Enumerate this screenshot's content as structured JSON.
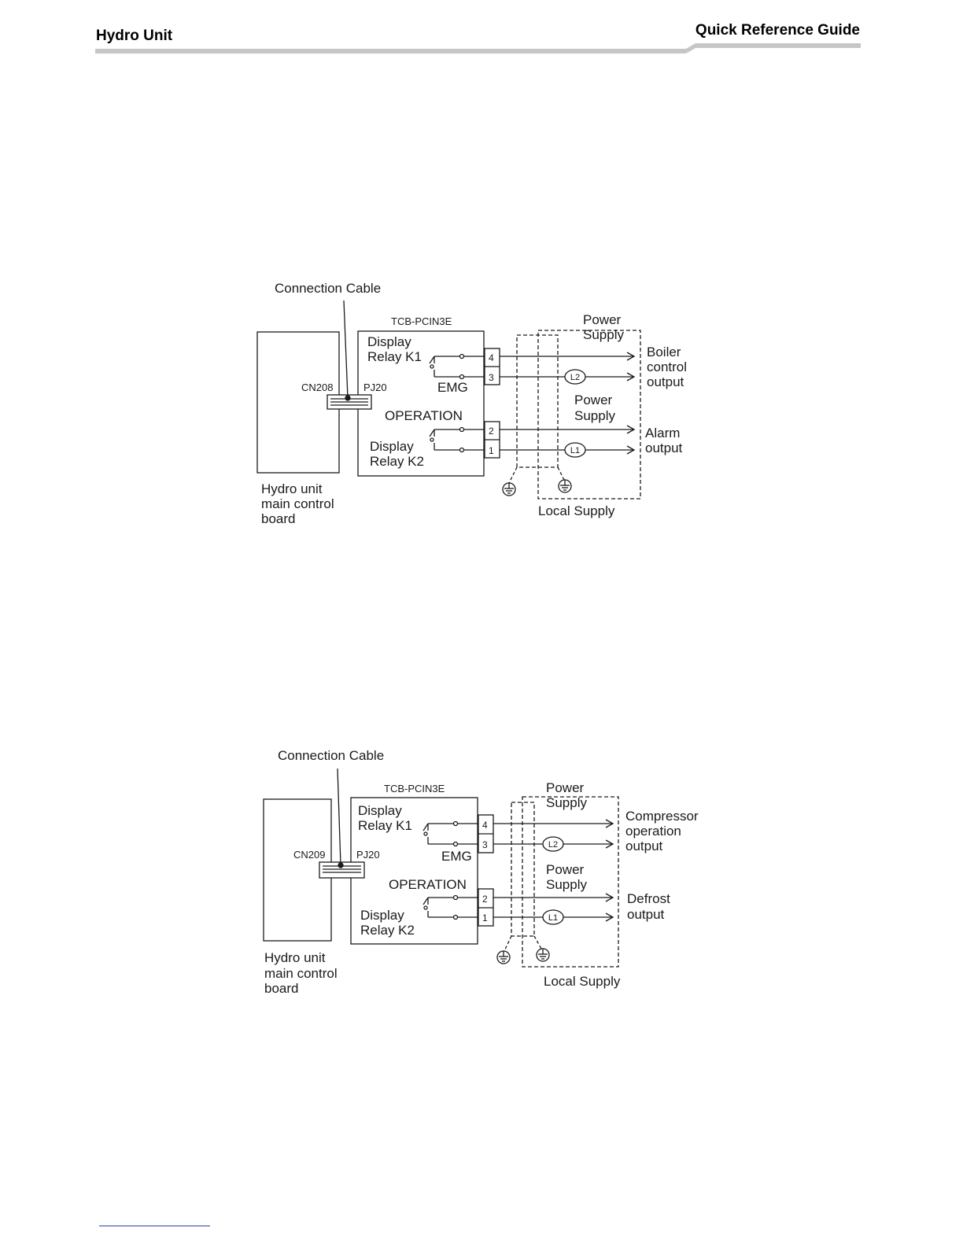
{
  "header": {
    "left_title": "Hydro Unit",
    "right_title": "Quick Reference Guide",
    "band_color": "#c6c6c6"
  },
  "diagrams": [
    {
      "connection_cable": "Connection Cable",
      "adapter": "TCB-PCIN3E",
      "display_relay_k1": [
        "Display",
        "Relay K1"
      ],
      "display_relay_k2": [
        "Display",
        "Relay K2"
      ],
      "emg": "EMG",
      "operation": "OPERATION",
      "connector_board": "CN208",
      "connector_adapter": "PJ20",
      "terminals": [
        "4",
        "3",
        "2",
        "1"
      ],
      "lines": [
        "L2",
        "L1"
      ],
      "power_supply_top": [
        "Power",
        "Supply"
      ],
      "power_supply_mid": [
        "Power",
        "Supply"
      ],
      "output_upper": [
        "Boiler",
        "control",
        "output"
      ],
      "output_lower": [
        "Alarm",
        "output"
      ],
      "board": [
        "Hydro unit",
        "main control",
        "board"
      ],
      "local_supply": "Local Supply"
    },
    {
      "connection_cable": "Connection Cable",
      "adapter": "TCB-PCIN3E",
      "display_relay_k1": [
        "Display",
        "Relay K1"
      ],
      "display_relay_k2": [
        "Display",
        "Relay K2"
      ],
      "emg": "EMG",
      "operation": "OPERATION",
      "connector_board": "CN209",
      "connector_adapter": "PJ20",
      "terminals": [
        "4",
        "3",
        "2",
        "1"
      ],
      "lines": [
        "L2",
        "L1"
      ],
      "power_supply_top": [
        "Power",
        "Supply"
      ],
      "power_supply_mid": [
        "Power",
        "Supply"
      ],
      "output_upper": [
        "Compressor",
        "operation",
        "output"
      ],
      "output_lower": [
        "Defrost",
        "output"
      ],
      "board": [
        "Hydro unit",
        "main control",
        "board"
      ],
      "local_supply": "Local Supply"
    }
  ]
}
